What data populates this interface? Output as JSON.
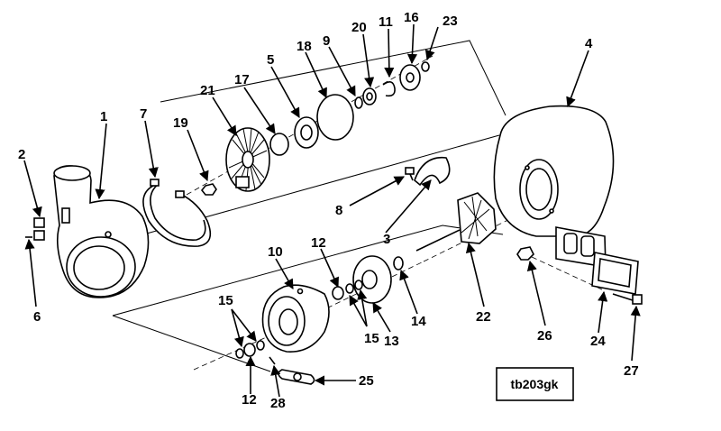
{
  "diagram": {
    "reference_code": "tb203gk",
    "callouts": {
      "c1": "1",
      "c2": "2",
      "c3": "3",
      "c4": "4",
      "c5": "5",
      "c6": "6",
      "c7": "7",
      "c8": "8",
      "c9": "9",
      "c10": "10",
      "c11": "11",
      "c12a": "12",
      "c12b": "12",
      "c13": "13",
      "c14": "14",
      "c15a": "15",
      "c15b": "15",
      "c16": "16",
      "c17": "17",
      "c18": "18",
      "c19": "19",
      "c20": "20",
      "c21": "21",
      "c22": "22",
      "c23": "23",
      "c24": "24",
      "c25": "25",
      "c26": "26",
      "c27": "27",
      "c28": "28"
    }
  }
}
